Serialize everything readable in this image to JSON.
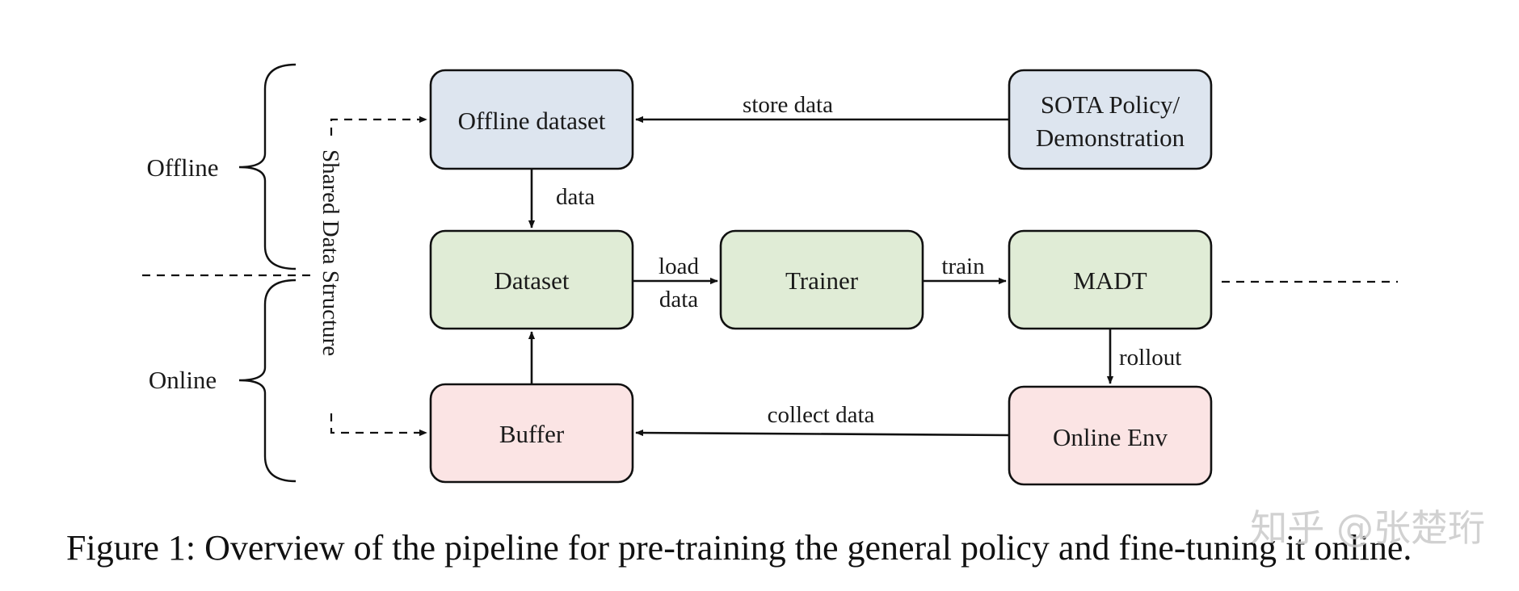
{
  "nodes": {
    "offline_dataset": {
      "label": "Offline dataset",
      "fill": "#dde5ef"
    },
    "sota_policy": {
      "lines": [
        "SOTA Policy/",
        "Demonstration"
      ],
      "fill": "#dde5ef"
    },
    "dataset": {
      "label": "Dataset",
      "fill": "#e0ecd6"
    },
    "trainer": {
      "label": "Trainer",
      "fill": "#e0ecd6"
    },
    "madt": {
      "label": "MADT",
      "fill": "#e0ecd6"
    },
    "buffer": {
      "label": "Buffer",
      "fill": "#fbe4e4"
    },
    "online_env": {
      "label": "Online Env",
      "fill": "#fbe4e4"
    }
  },
  "edges": {
    "store_data": "store data",
    "data": "data",
    "load_data": [
      "load",
      "data"
    ],
    "train": "train",
    "rollout": "rollout",
    "collect_data": "collect data"
  },
  "side_labels": {
    "offline": "Offline",
    "online": "Online",
    "shared_structure": "Shared Data Structure"
  },
  "caption": "Figure 1: Overview of the pipeline for pre-training the general policy and fine-tuning it online.",
  "watermark": "知乎 @张楚珩"
}
